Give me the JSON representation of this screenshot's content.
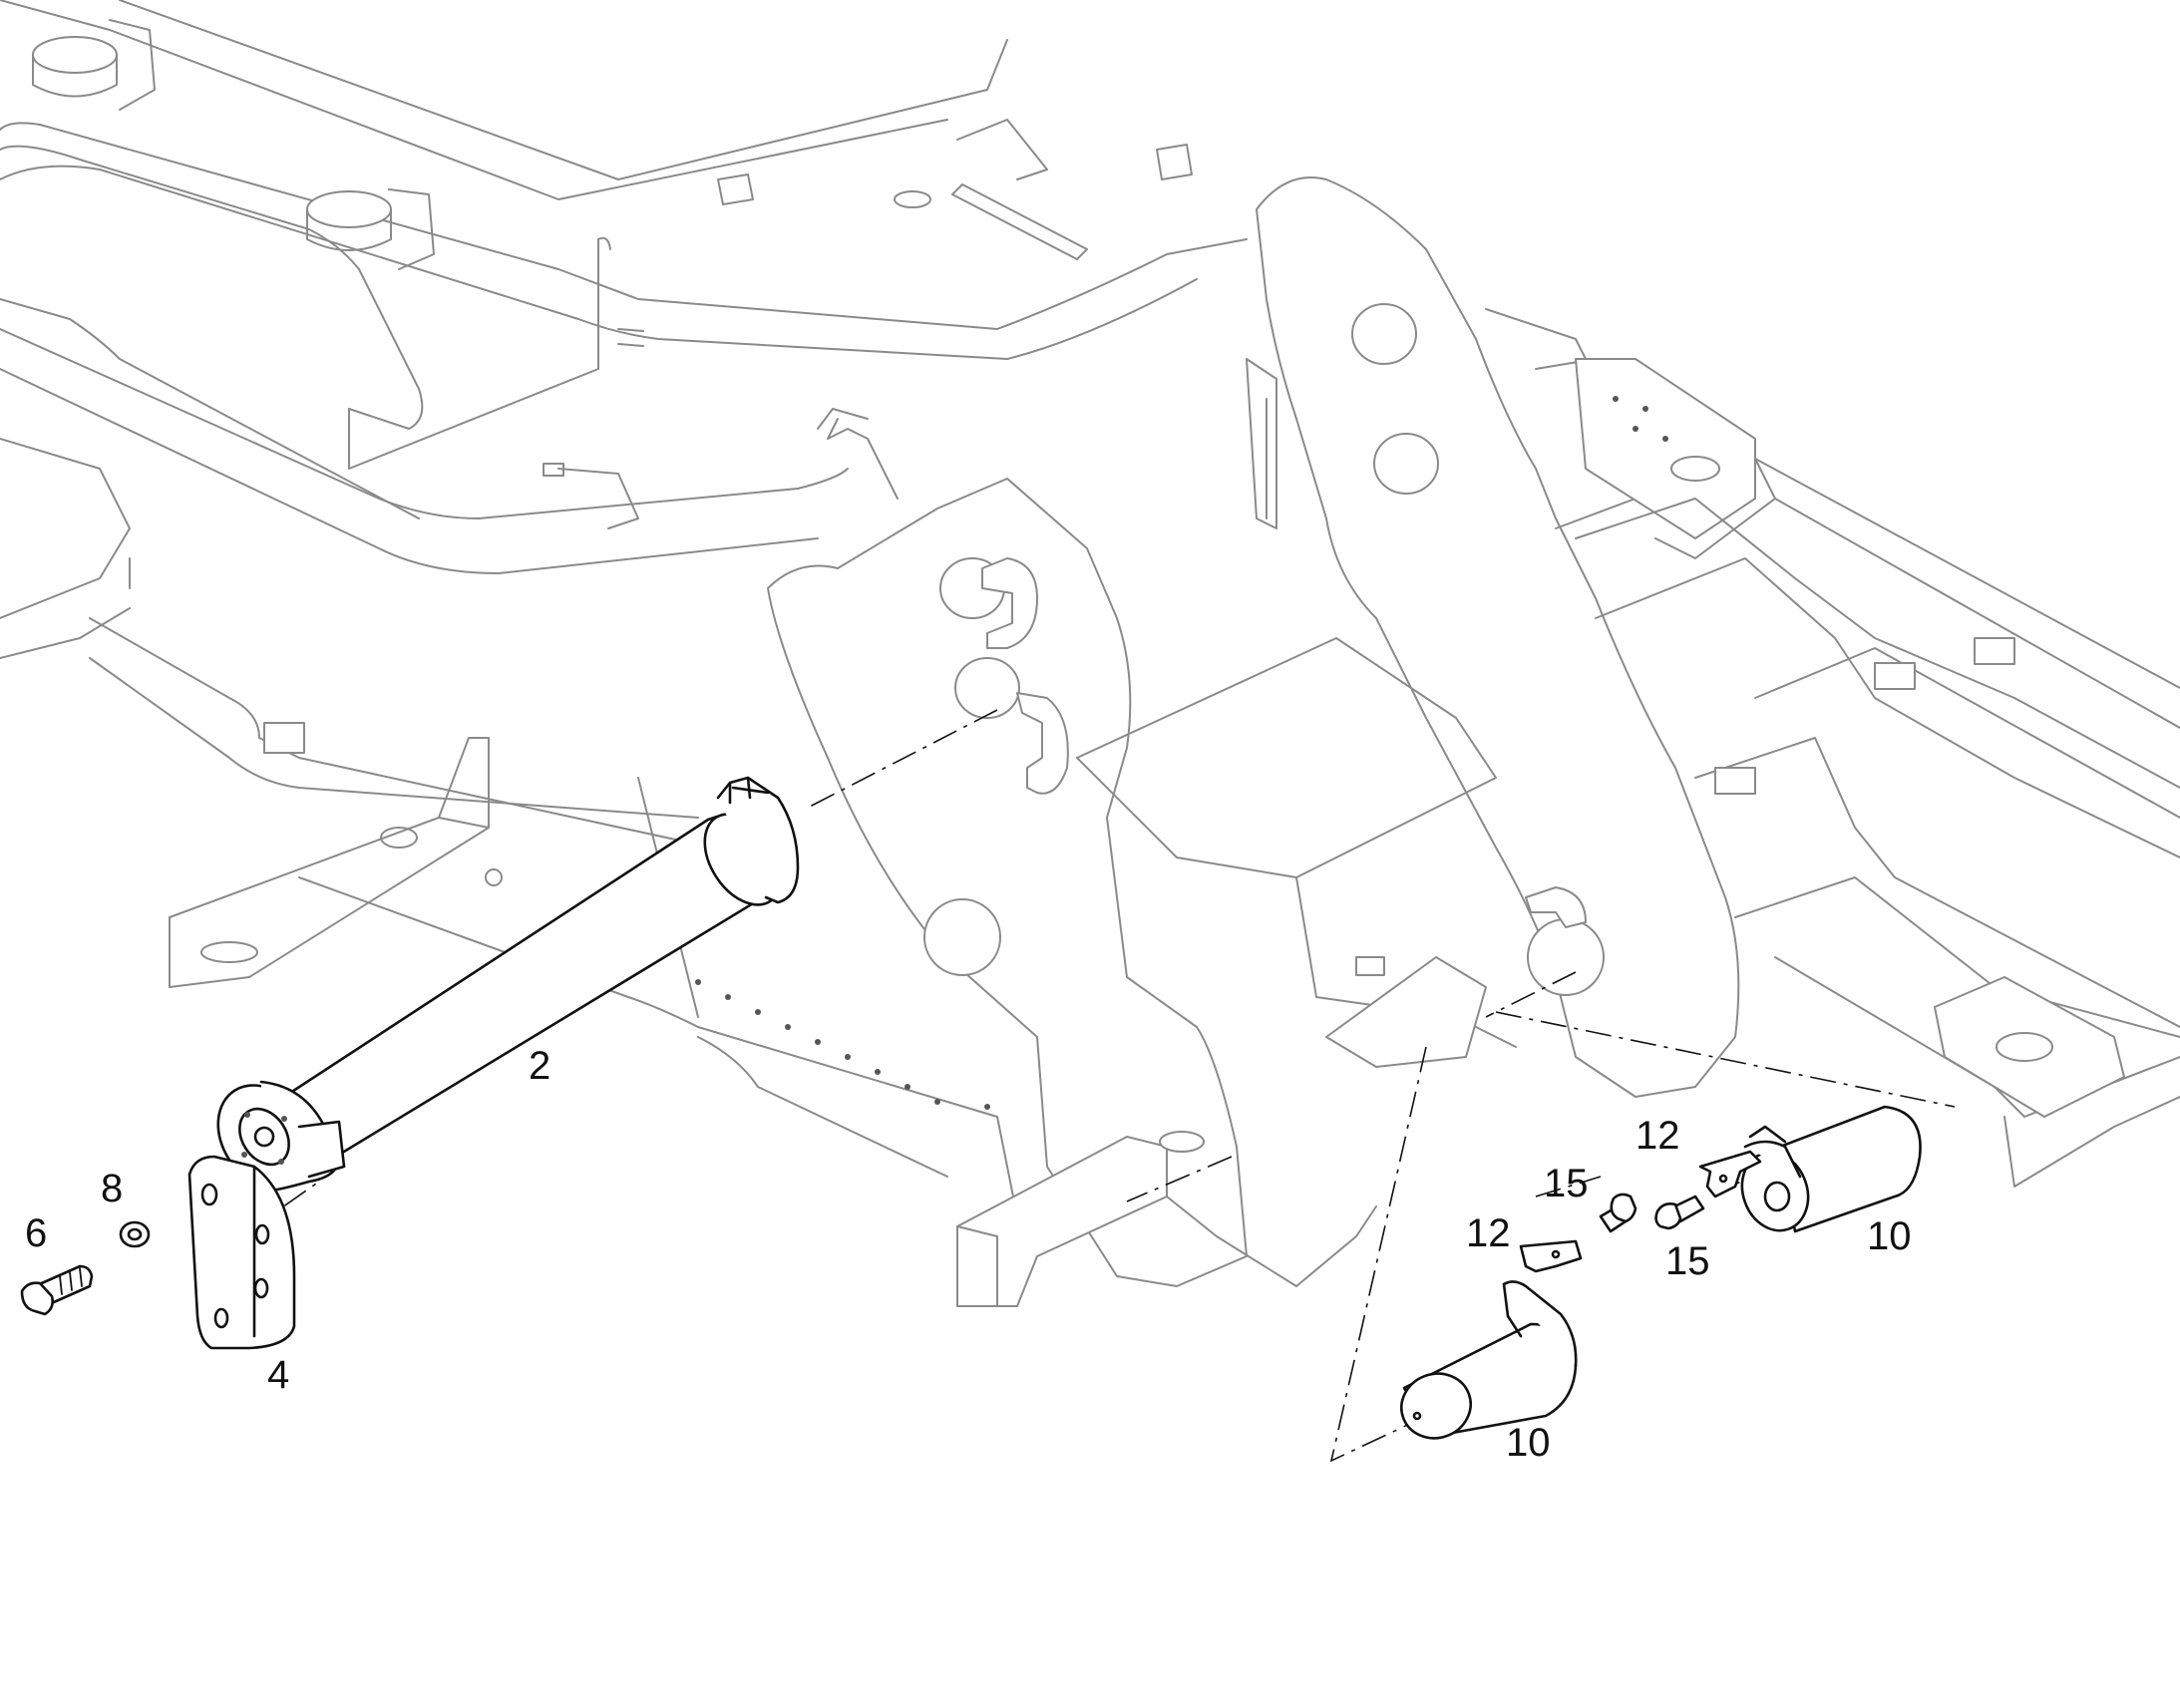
{
  "callouts": {
    "c2": "2",
    "c4": "4",
    "c6": "6",
    "c8": "8",
    "c10a": "10",
    "c10b": "10",
    "c12a": "12",
    "c12b": "12",
    "c15a": "15",
    "c15b": "15"
  }
}
